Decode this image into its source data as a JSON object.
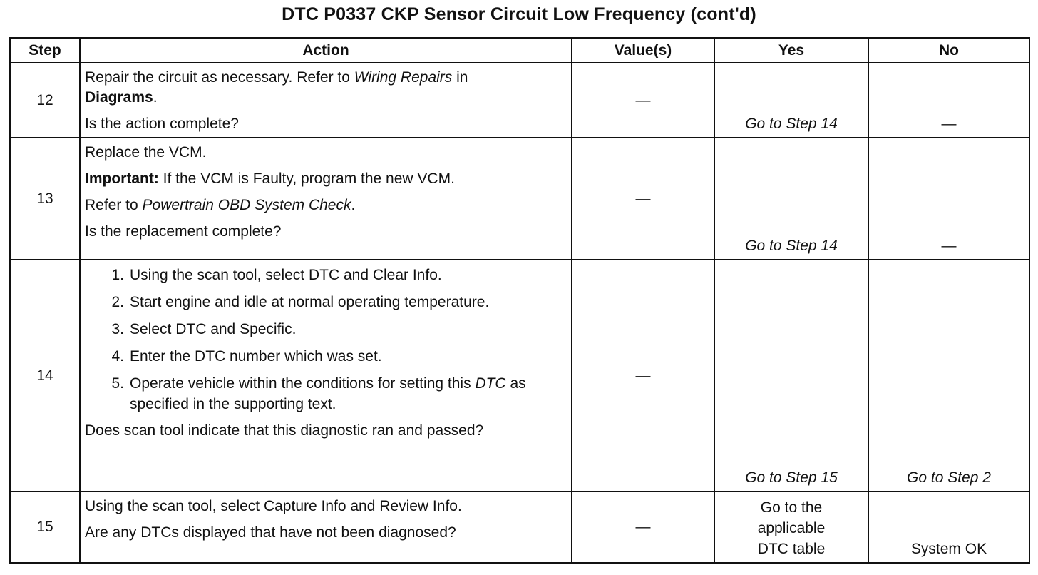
{
  "title": "DTC P0337 CKP Sensor Circuit Low Frequency (cont'd)",
  "columns": {
    "step": "Step",
    "action": "Action",
    "values": "Value(s)",
    "yes": "Yes",
    "no": "No"
  },
  "rows": [
    {
      "step": "12",
      "action_1_pre": "Repair the circuit as necessary. Refer to ",
      "action_1_em": "Wiring Repairs",
      "action_1_post": " in",
      "action_1_strong": "Diagrams",
      "action_1_end": ".",
      "question": "Is the action complete?",
      "value": "—",
      "yes": "Go to Step 14",
      "no": "—"
    },
    {
      "step": "13",
      "action_1": "Replace the VCM.",
      "important_label": "Important:",
      "important_text": " If the VCM is Faulty, program the new VCM.",
      "refer_pre": "Refer to ",
      "refer_em": "Powertrain OBD System Check",
      "refer_post": ".",
      "question": "Is the replacement complete?",
      "value": "—",
      "yes": "Go to Step 14",
      "no": "—"
    },
    {
      "step": "14",
      "items": [
        {
          "n": "1.",
          "text": "Using the scan tool, select DTC and Clear Info."
        },
        {
          "n": "2.",
          "text": "Start engine and idle at normal operating temperature."
        },
        {
          "n": "3.",
          "text": "Select DTC and Specific."
        },
        {
          "n": "4.",
          "text": "Enter the DTC number which was set."
        },
        {
          "n": "5.",
          "text_pre": "Operate vehicle within the conditions for setting this ",
          "text_em": "DTC",
          "text_post": " as specified in the supporting text."
        }
      ],
      "question": "Does scan tool indicate that this diagnostic ran and passed?",
      "value": "—",
      "yes": "Go to Step 15",
      "no": "Go to Step 2"
    },
    {
      "step": "15",
      "action_1": "Using the scan tool, select Capture Info and Review Info.",
      "question": "Are any DTCs displayed that have not been diagnosed?",
      "value": "—",
      "yes_lines": [
        "Go to the",
        "applicable",
        "DTC table"
      ],
      "no": "System OK"
    }
  ]
}
